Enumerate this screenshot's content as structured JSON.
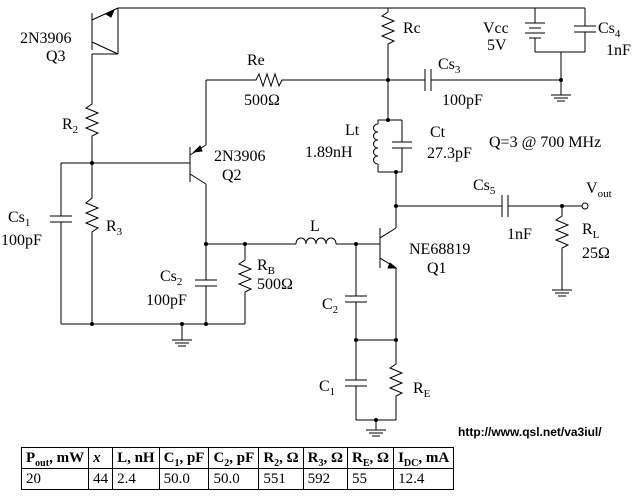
{
  "labels": {
    "q3_type": "2N3906",
    "q3_name": "Q3",
    "r2": "R",
    "r2_sub": "2",
    "r3": "R",
    "r3_sub": "3",
    "cs1": "Cs",
    "cs1_sub": "1",
    "cs1_val": "100pF",
    "re": "Re",
    "re_val": "500Ω",
    "q2_type": "2N3906",
    "q2_name": "Q2",
    "rc": "Rc",
    "vcc": "Vcc",
    "vcc_val": "5V",
    "cs4": "Cs",
    "cs4_sub": "4",
    "cs4_val": "1nF",
    "cs3": "Cs",
    "cs3_sub": "3",
    "cs3_val": "100pF",
    "lt": "Lt",
    "lt_val": "1.89nH",
    "ct": "Ct",
    "ct_val": "27.3pF",
    "q_note": "Q=3 @ 700 MHz",
    "cs5": "Cs",
    "cs5_sub": "5",
    "vout": "V",
    "vout_sub": "out",
    "cs5_val": "1nF",
    "rl": "R",
    "rl_sub": "L",
    "rl_val": "25Ω",
    "l": "L",
    "q1_type": "NE68819",
    "q1_name": "Q1",
    "cs2": "Cs",
    "cs2_sub": "2",
    "cs2_val": "100pF",
    "rb": "R",
    "rb_sub": "B",
    "rb_val": "500Ω",
    "c2": "C",
    "c2_sub": "2",
    "c1": "C",
    "c1_sub": "1",
    "re2": "R",
    "re2_sub": "E"
  },
  "url": "http://www.qsl.net/va3iul/",
  "table": {
    "headers": [
      {
        "main": "P",
        "sub": "out",
        "rest": ", mW"
      },
      {
        "main": "x",
        "sub": "",
        "rest": ""
      },
      {
        "main": "L, nH",
        "sub": "",
        "rest": ""
      },
      {
        "main": "C",
        "sub": "1",
        "rest": ", pF"
      },
      {
        "main": "C",
        "sub": "2",
        "rest": ", pF"
      },
      {
        "main": "R",
        "sub": "2",
        "rest": ", Ω"
      },
      {
        "main": "R",
        "sub": "3",
        "rest": ", Ω"
      },
      {
        "main": "R",
        "sub": "E",
        "rest": ", Ω"
      },
      {
        "main": "I",
        "sub": "DC",
        "rest": ", mA"
      }
    ],
    "row": [
      "20",
      "44",
      "2.4",
      "50.0",
      "50.0",
      "551",
      "592",
      "55",
      "12.4"
    ]
  }
}
